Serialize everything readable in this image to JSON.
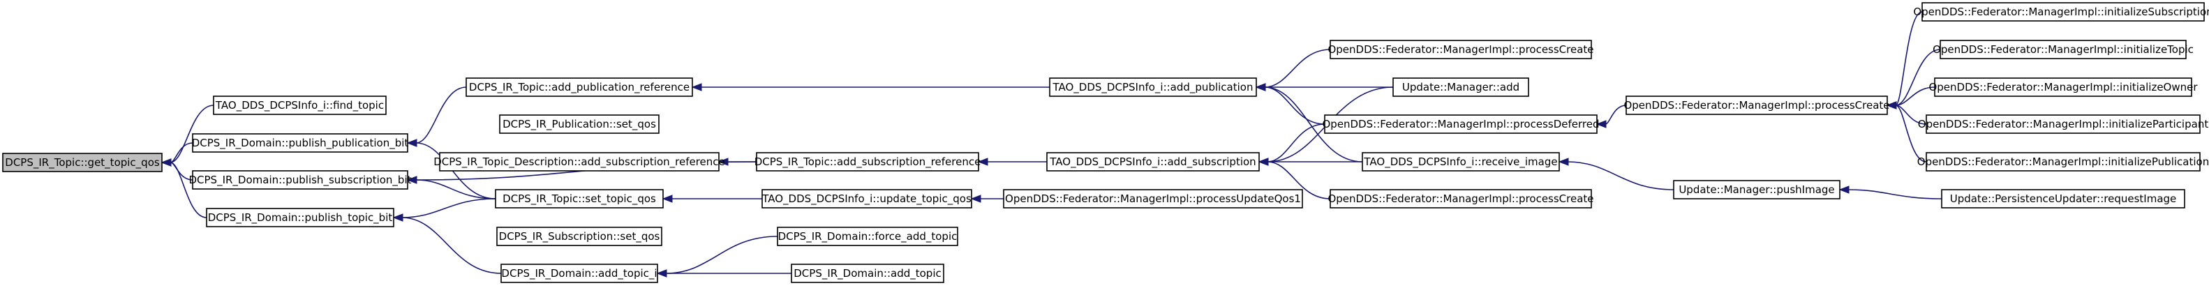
{
  "nodes": [
    {
      "id": "n0",
      "label": "DCPS_IR_Topic::get_topic_qos",
      "root": true
    },
    {
      "id": "n1",
      "label": "TAO_DDS_DCPSInfo_i::find_topic"
    },
    {
      "id": "n2",
      "label": "DCPS_IR_Domain::publish_publication_bit"
    },
    {
      "id": "n3",
      "label": "DCPS_IR_Domain::publish_subscription_bit"
    },
    {
      "id": "n4",
      "label": "DCPS_IR_Domain::publish_topic_bit"
    },
    {
      "id": "n5",
      "label": "DCPS_IR_Topic::add_publication_reference"
    },
    {
      "id": "n6",
      "label": "DCPS_IR_Publication::set_qos"
    },
    {
      "id": "n7",
      "label": "DCPS_IR_Topic_Description::add_subscription_reference"
    },
    {
      "id": "n8",
      "label": "DCPS_IR_Topic::set_topic_qos"
    },
    {
      "id": "n9",
      "label": "DCPS_IR_Subscription::set_qos"
    },
    {
      "id": "n10",
      "label": "DCPS_IR_Domain::add_topic_i"
    },
    {
      "id": "n11",
      "label": "DCPS_IR_Topic::add_subscription_reference"
    },
    {
      "id": "n12",
      "label": "TAO_DDS_DCPSInfo_i::update_topic_qos"
    },
    {
      "id": "n13",
      "label": "DCPS_IR_Domain::force_add_topic"
    },
    {
      "id": "n14",
      "label": "DCPS_IR_Domain::add_topic"
    },
    {
      "id": "n15",
      "label": "TAO_DDS_DCPSInfo_i::add_publication"
    },
    {
      "id": "n16",
      "label": "TAO_DDS_DCPSInfo_i::add_subscription"
    },
    {
      "id": "n17",
      "label": "OpenDDS::Federator::ManagerImpl::processUpdateQos1"
    },
    {
      "id": "n18",
      "label": "OpenDDS::Federator::ManagerImpl::processCreate"
    },
    {
      "id": "n19",
      "label": "Update::Manager::add"
    },
    {
      "id": "n20",
      "label": "OpenDDS::Federator::ManagerImpl::processDeferred"
    },
    {
      "id": "n21",
      "label": "TAO_DDS_DCPSInfo_i::receive_image"
    },
    {
      "id": "n22",
      "label": "OpenDDS::Federator::ManagerImpl::processCreate"
    },
    {
      "id": "n23",
      "label": "OpenDDS::Federator::ManagerImpl::processCreate"
    },
    {
      "id": "n24",
      "label": "Update::Manager::pushImage"
    },
    {
      "id": "n25",
      "label": "OpenDDS::Federator::ManagerImpl::initializeSubscription"
    },
    {
      "id": "n26",
      "label": "OpenDDS::Federator::ManagerImpl::initializeTopic"
    },
    {
      "id": "n27",
      "label": "OpenDDS::Federator::ManagerImpl::initializeOwner"
    },
    {
      "id": "n28",
      "label": "OpenDDS::Federator::ManagerImpl::initializeParticipant"
    },
    {
      "id": "n29",
      "label": "OpenDDS::Federator::ManagerImpl::initializePublication"
    },
    {
      "id": "n30",
      "label": "Update::PersistenceUpdater::requestImage"
    }
  ],
  "edges": [
    [
      "n1",
      "n0"
    ],
    [
      "n2",
      "n0"
    ],
    [
      "n3",
      "n0"
    ],
    [
      "n4",
      "n0"
    ],
    [
      "n5",
      "n2"
    ],
    [
      "n8",
      "n2"
    ],
    [
      "n8",
      "n3"
    ],
    [
      "n11",
      "n3"
    ],
    [
      "n8",
      "n4"
    ],
    [
      "n10",
      "n4"
    ],
    [
      "n15",
      "n5"
    ],
    [
      "n11",
      "n7"
    ],
    [
      "n12",
      "n8"
    ],
    [
      "n13",
      "n10"
    ],
    [
      "n14",
      "n10"
    ],
    [
      "n16",
      "n11"
    ],
    [
      "n17",
      "n12"
    ],
    [
      "n18",
      "n15"
    ],
    [
      "n19",
      "n15"
    ],
    [
      "n20",
      "n15"
    ],
    [
      "n21",
      "n15"
    ],
    [
      "n19",
      "n16"
    ],
    [
      "n20",
      "n16"
    ],
    [
      "n21",
      "n16"
    ],
    [
      "n22",
      "n16"
    ],
    [
      "n23",
      "n20"
    ],
    [
      "n24",
      "n21"
    ],
    [
      "n25",
      "n23"
    ],
    [
      "n26",
      "n23"
    ],
    [
      "n27",
      "n23"
    ],
    [
      "n28",
      "n23"
    ],
    [
      "n29",
      "n23"
    ],
    [
      "n30",
      "n24"
    ]
  ]
}
